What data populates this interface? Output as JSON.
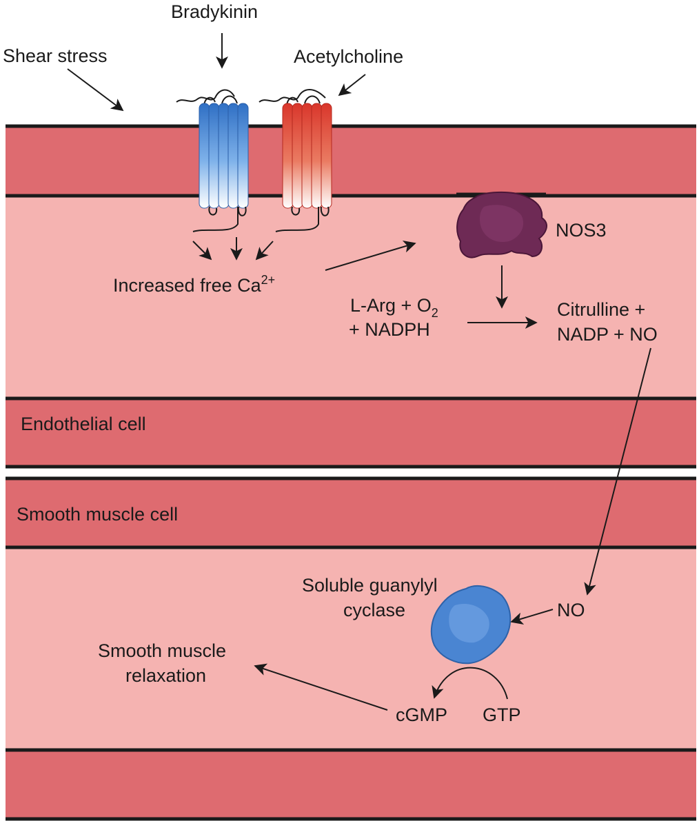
{
  "labels": {
    "shear_stress": "Shear stress",
    "bradykinin": "Bradykinin",
    "acetylcholine": "Acetylcholine",
    "nos3": "NOS3",
    "increased_ca_prefix": "Increased free Ca",
    "increased_ca_sup": "2+",
    "larg_line1_prefix": "L-Arg + O",
    "larg_line1_sub": "2",
    "larg_line2": "+ NADPH",
    "citrulline_line1": "Citrulline +",
    "citrulline_line2": "NADP + NO",
    "endothelial_cell": "Endothelial cell",
    "smooth_muscle_cell": "Smooth muscle cell",
    "soluble_gc_line1": "Soluble guanylyl",
    "soluble_gc_line2": "cyclase",
    "no": "NO",
    "relaxation_line1": "Smooth muscle",
    "relaxation_line2": "relaxation",
    "cgmp": "cGMP",
    "gtp": "GTP"
  },
  "colors": {
    "membrane": "#de6b70",
    "cytoplasm": "#f5b3b1",
    "receptor_blue": "#4a8fd8",
    "receptor_red": "#e0483a",
    "nos3": "#6e2a55",
    "guanylyl_cyclase": "#4a85d2",
    "line": "#1a1a1a"
  },
  "icons": {
    "bradykinin_receptor": "seven-helix-receptor-blue",
    "acetylcholine_receptor": "seven-helix-receptor-red",
    "nos3_enzyme": "enzyme-blob",
    "guanylyl_cyclase_enzyme": "enzyme-blob"
  }
}
